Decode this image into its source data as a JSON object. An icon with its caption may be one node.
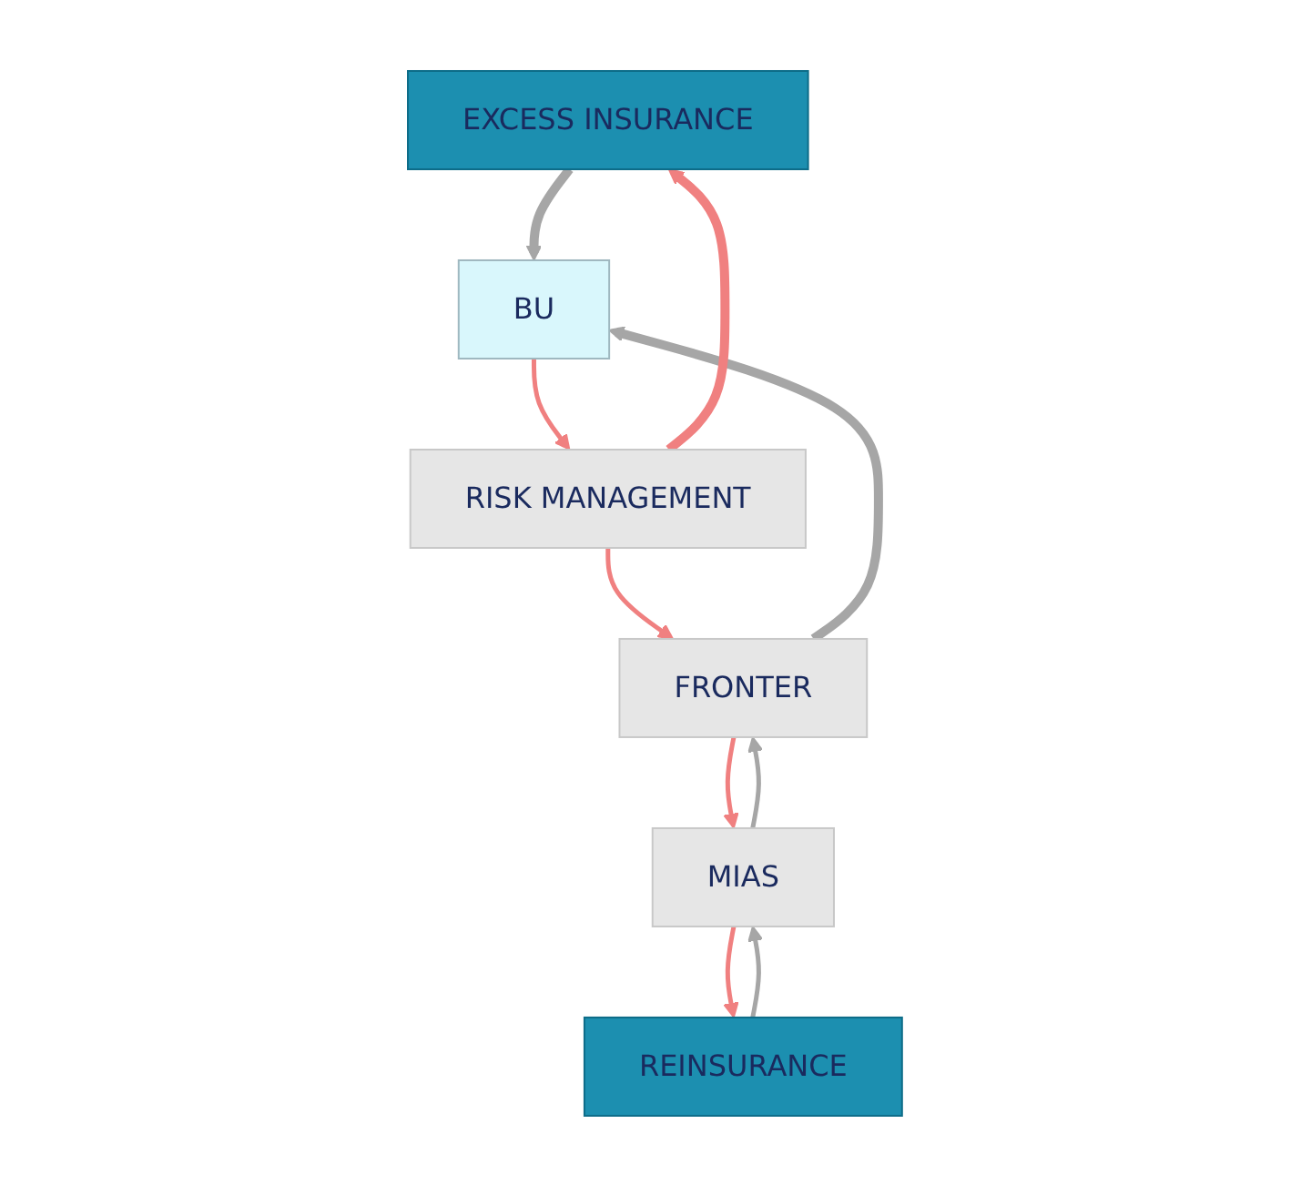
{
  "diagram": {
    "nodes": [
      {
        "text": [
          "EXCESS INSURANCE"
        ]
      },
      {
        "text": [
          "REINSURANCE"
        ]
      },
      {
        "text": [
          "MIAS"
        ]
      },
      {
        "text": [
          "FRONTER"
        ]
      },
      {
        "text": [
          "RISK MANAGEMENT"
        ]
      },
      {
        "text": [
          "BU"
        ]
      }
    ],
    "edges": [
      {
        "from": 0,
        "to": 5,
        "arrow": "to",
        "style": "thick",
        "color": "#a6a6a6"
      },
      {
        "from": 1,
        "to": 2,
        "arrow": "to",
        "color": "#a6a6a6"
      },
      {
        "from": 2,
        "to": 3,
        "arrow": "to",
        "color": "#a6a6a6"
      },
      {
        "from": 3,
        "to": 5,
        "arrow": "to",
        "style": "thick",
        "color": "#a6a6a6"
      },
      {
        "from": 5,
        "to": 4,
        "arrow": "to"
      },
      {
        "from": 4,
        "to": 3,
        "arrow": "to"
      },
      {
        "from": 3,
        "to": 2,
        "arrow": "to"
      },
      {
        "from": 2,
        "to": 1,
        "arrow": "to"
      },
      {
        "from": 4,
        "to": 0,
        "arrow": "to",
        "style": "thick"
      }
    ]
  }
}
